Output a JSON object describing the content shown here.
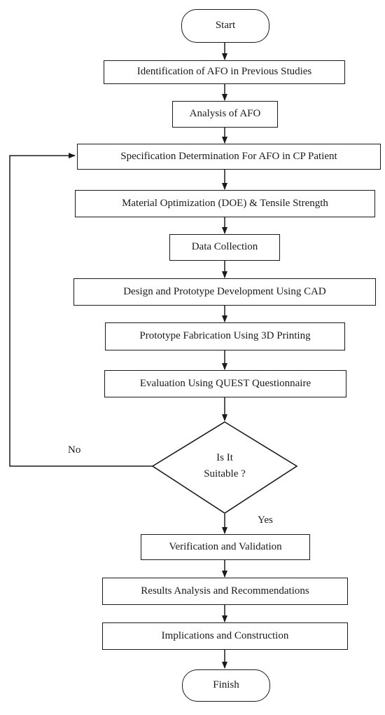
{
  "nodes": {
    "start": "Start",
    "identification": "Identification of AFO in Previous Studies",
    "analysis": "Analysis of AFO",
    "specification": "Specification Determination For AFO in CP Patient",
    "material": "Material Optimization (DOE) & Tensile Strength",
    "data_collection": "Data Collection",
    "design": "Design and Prototype Development Using CAD",
    "fabrication": "Prototype Fabrication Using 3D Printing",
    "evaluation": "Evaluation Using QUEST  Questionnaire",
    "decision_line1": "Is It",
    "decision_line2": "Suitable ?",
    "verification": "Verification and Validation",
    "results": "Results Analysis and Recommendations",
    "implications": "Implications and Construction",
    "finish": "Finish"
  },
  "edge_labels": {
    "no": "No",
    "yes": "Yes"
  }
}
